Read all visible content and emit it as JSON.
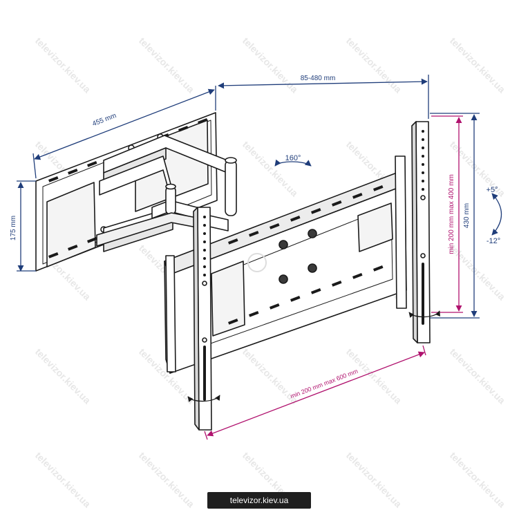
{
  "dimensions": {
    "width_455": "455 mm",
    "depth_range": "85-480 mm",
    "height_175": "175 mm",
    "height_430": "430 mm",
    "vesa_vertical": "min 200 mm max 400 mm",
    "vesa_horizontal": "min 200 mm max 600 mm",
    "swivel": "160°",
    "tilt_up": "+5°",
    "tilt_down": "-12°"
  },
  "watermark": "televizor.kiev.ua",
  "footer": "televizor.kiev.ua",
  "colors": {
    "dimension_blue": "#1f3d7a",
    "dimension_magenta": "#b0126e",
    "line": "#1a1a1a",
    "badge": "#1f1f1f"
  }
}
